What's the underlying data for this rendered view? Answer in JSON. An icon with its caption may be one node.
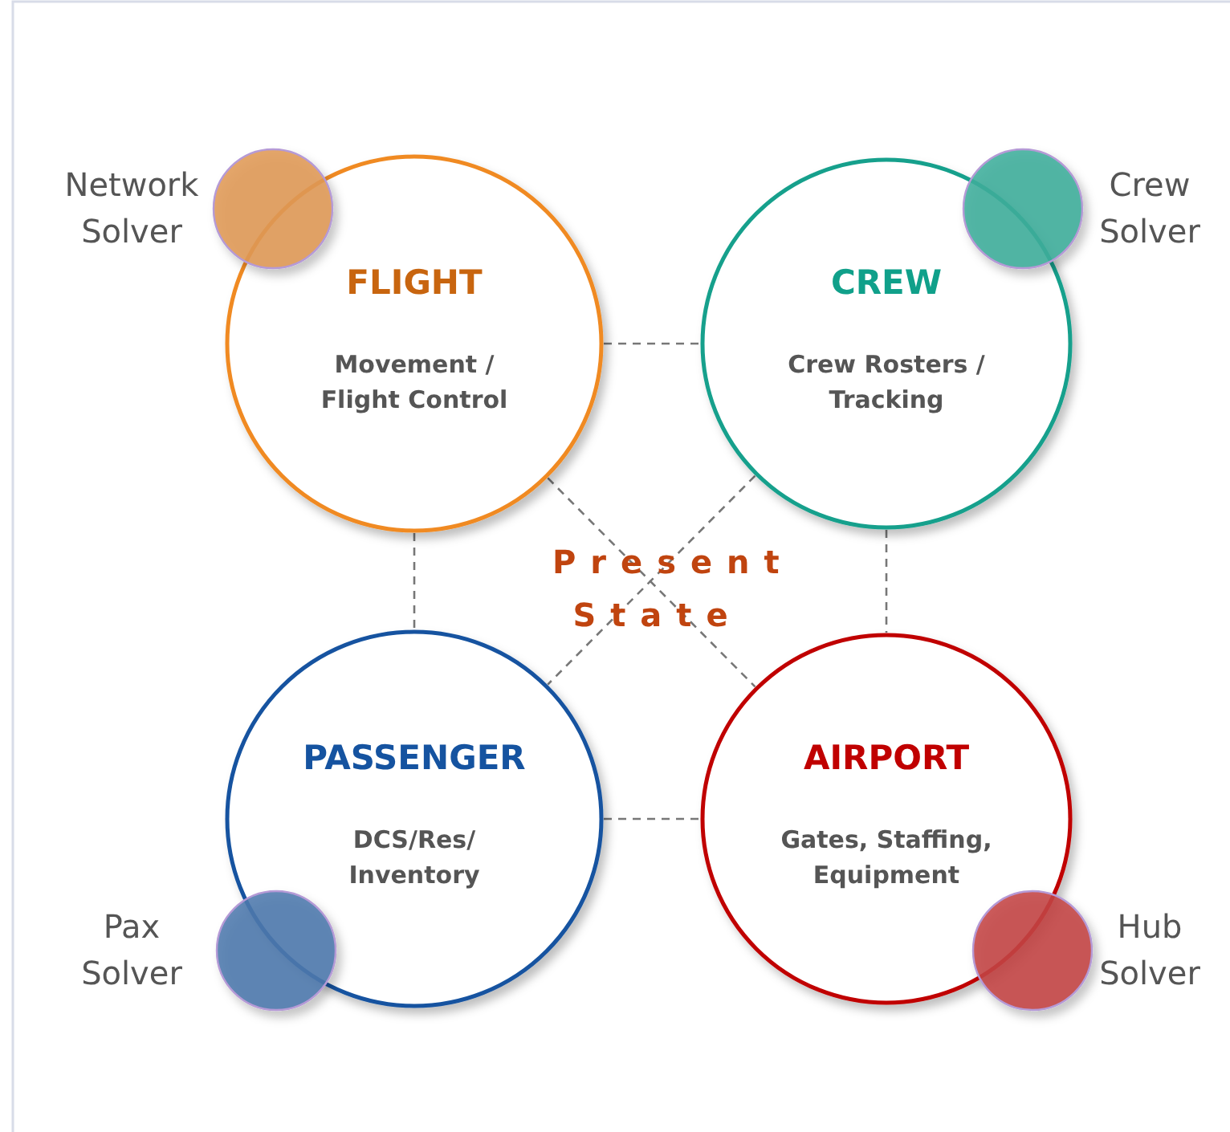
{
  "diagram": {
    "nodes": [
      {
        "text": [
          "FLIGHT",
          "Movement / Flight Control"
        ]
      },
      {
        "text": [
          "CREW",
          "Crew Rosters / Tracking"
        ]
      },
      {
        "text": [
          "PASSENGER",
          "DCS/Res/ Inventory"
        ]
      },
      {
        "text": [
          "AIRPORT",
          "Gates, Staffing, Equipment"
        ]
      },
      {
        "text": [],
        "shape": "circle",
        "beside": [
          "Network Solver"
        ]
      },
      {
        "text": [],
        "shape": "circle",
        "beside": [
          "Crew Solver"
        ]
      },
      {
        "text": [],
        "shape": "circle",
        "beside": [
          "Pax Solver"
        ]
      },
      {
        "text": [],
        "shape": "circle",
        "beside": [
          "Hub Solver"
        ]
      }
    ],
    "edges": [
      {
        "from": 0,
        "to": 1,
        "arrow": "none",
        "style": "dashed"
      },
      {
        "from": 0,
        "to": 2,
        "arrow": "none",
        "style": "dashed"
      },
      {
        "from": 1,
        "to": 3,
        "arrow": "none",
        "style": "dashed"
      },
      {
        "from": 2,
        "to": 3,
        "arrow": "none",
        "style": "dashed"
      },
      {
        "from": 0,
        "to": 3,
        "arrow": "none",
        "style": "dashed"
      },
      {
        "from": 1,
        "to": 2,
        "arrow": "none",
        "style": "dashed"
      }
    ],
    "labels": [
      "Present State"
    ]
  }
}
